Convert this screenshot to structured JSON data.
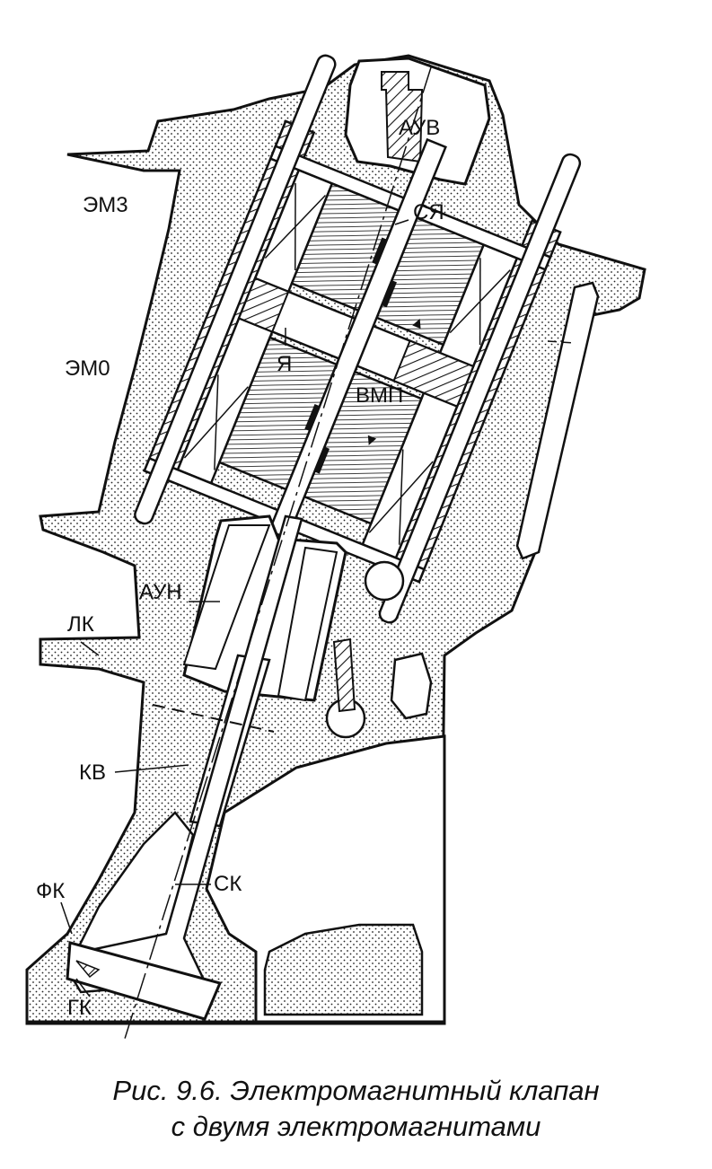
{
  "labels": {
    "auv": "АУВ",
    "em3": "ЭМ3",
    "sya": "СЯ",
    "em0": "ЭМ0",
    "ya": "Я",
    "vmp": "ВМП",
    "aun": "АУН",
    "lk": "ЛК",
    "kv": "КВ",
    "sk": "СК",
    "fk": "ФК",
    "gk": "ГК"
  },
  "caption": {
    "line1": "Рис. 9.6. Электромагнитный клапан",
    "line2": "с двумя электромагнитами"
  }
}
